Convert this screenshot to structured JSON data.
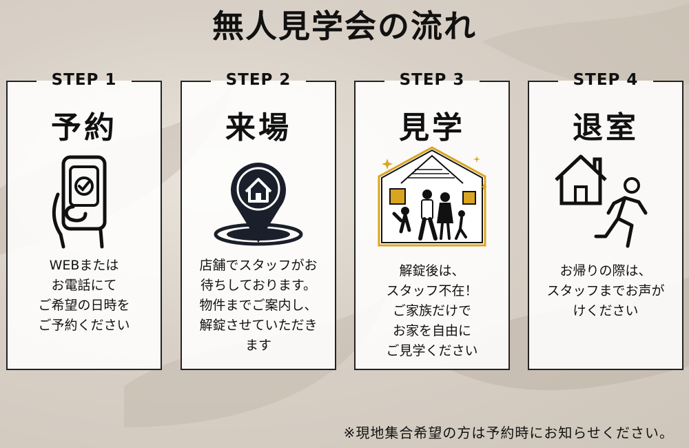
{
  "title": "無人見学会の流れ",
  "steps": [
    {
      "label": "STEP 1",
      "name": "予約",
      "icon": "smartphone-check-icon",
      "description": "WEBまたは\nお電話にて\nご希望の日時を\nご予約ください"
    },
    {
      "label": "STEP 2",
      "name": "来場",
      "icon": "house-location-pin-icon",
      "description": "店舗でスタッフがお\n待ちしております。\n物件までご案内し、\n解錠させていただき\nます"
    },
    {
      "label": "STEP 3",
      "name": "見学",
      "icon": "family-house-illustration",
      "description": "解錠後は、\nスタッフ不在！\nご家族だけで\nお家を自由に\nご見学ください"
    },
    {
      "label": "STEP 4",
      "name": "退室",
      "icon": "house-person-leaving-icon",
      "description": "お帰りの際は、\nスタッフまでお声が\nけください"
    }
  ],
  "footnote": "※現地集合希望の方は予約時にお知らせください。",
  "colors": {
    "text": "#111111",
    "accent": "#d9a521",
    "card": "#ffffff"
  }
}
